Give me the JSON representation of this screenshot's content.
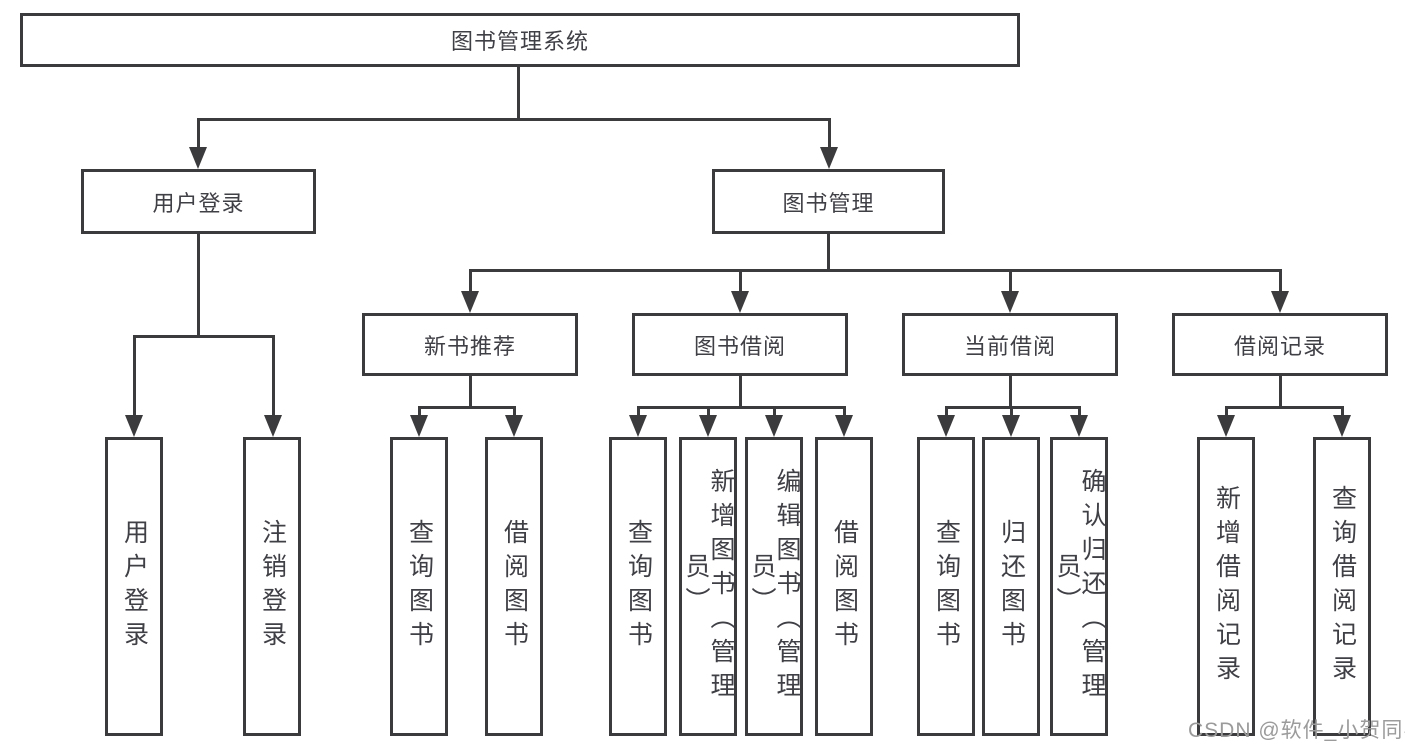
{
  "colors": {
    "line": "#3b3b3d",
    "text": "#3f3f46",
    "background": "#ffffff",
    "watermark": "#9b9b9b"
  },
  "watermark": "CSDN @软件_小贺同学",
  "tree": {
    "root": "图书管理系统",
    "level2": [
      "用户登录",
      "图书管理"
    ],
    "level3": [
      "新书推荐",
      "图书借阅",
      "当前借阅",
      "借阅记录"
    ],
    "level4": [
      "用户登录",
      "注销登录",
      "查询图书",
      "借阅图书",
      "查询图书",
      "新增图书（管理员）",
      "编辑图书（管理员）",
      "借阅图书",
      "查询图书",
      "归还图书",
      "确认归还（管理员）",
      "新增借阅记录",
      "查询借阅记录"
    ]
  }
}
